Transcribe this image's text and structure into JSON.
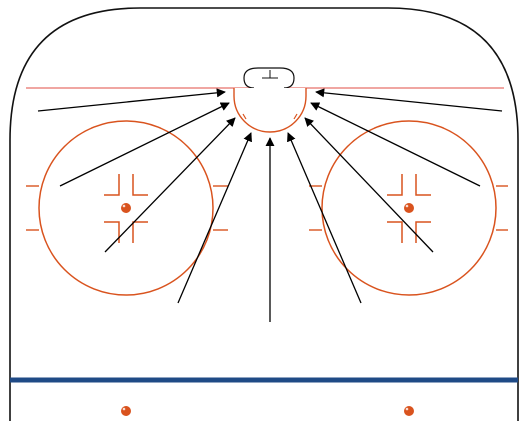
{
  "colors": {
    "boards": "#111111",
    "goal_line": "#e8706a",
    "circles": "#d9531e",
    "blue_line": "#1f4a86",
    "dots": "#d9531e",
    "arrows": "#000000",
    "crease_fill": "#ffffff"
  },
  "diagram": {
    "kind": "hockey-rink-zone-shot-diagram",
    "arrow_count": 9,
    "faceoff_circle_count": 2,
    "neutral_zone_dot_count": 2
  }
}
